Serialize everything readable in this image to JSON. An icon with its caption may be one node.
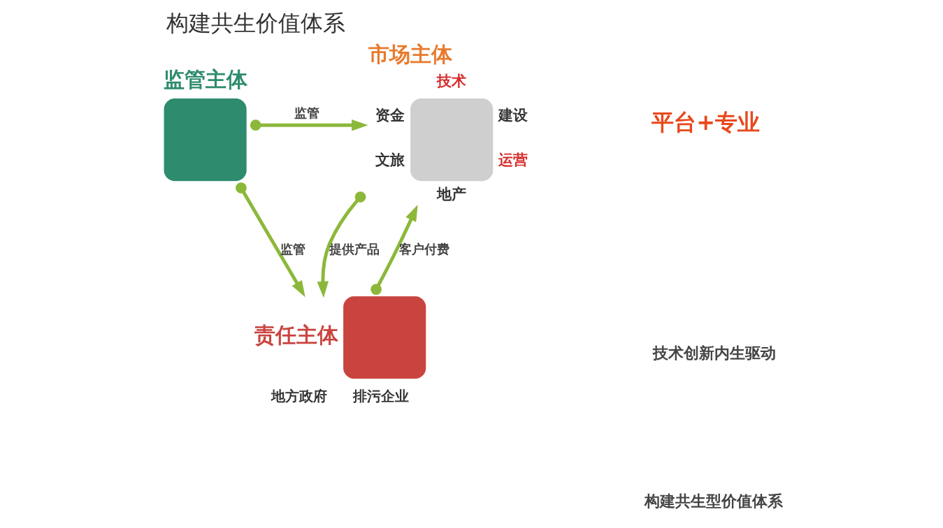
{
  "diagram": {
    "title": "构建共生价值体系",
    "nodes": [
      {
        "text": [
          "监管主体"
        ]
      },
      {
        "text": [
          "市场主体"
        ],
        "beside": [
          "技术",
          "建设",
          "运营",
          "地产",
          "文旅",
          "资金"
        ]
      },
      {
        "text": [
          "责任主体"
        ],
        "beside": [
          "地方政府",
          "排污企业"
        ]
      }
    ],
    "edges": [
      {
        "from": 0,
        "to": 1,
        "arrow": "to",
        "label": "监管"
      },
      {
        "from": 0,
        "to": 2,
        "arrow": "to",
        "label": "监管"
      },
      {
        "from": 1,
        "to": 2,
        "arrow": "to",
        "label": "提供产品"
      },
      {
        "from": 2,
        "to": 1,
        "arrow": "to",
        "label": "客户付费"
      }
    ],
    "labels": [
      "平台+专业",
      "技术创新内生驱动",
      "构建共生型价值体系"
    ]
  }
}
